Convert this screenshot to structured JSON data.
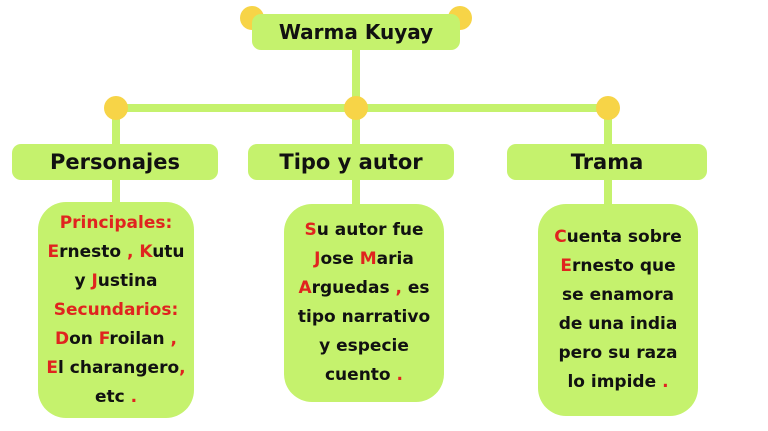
{
  "diagram": {
    "title": "Warma Kuyay",
    "colors": {
      "box_fill": "#c5f26d",
      "connector_line": "#c5f26d",
      "node_dot": "#f7d447",
      "accent_text": "#e0241f",
      "text": "#111111"
    },
    "branches": [
      {
        "heading": "Personajes",
        "lines": [
          [
            {
              "t": "Principales:",
              "r": true
            }
          ],
          [
            {
              "t": "E",
              "r": true
            },
            {
              "t": "rnesto "
            },
            {
              "t": ", ",
              "r": true
            },
            {
              "t": "K",
              "r": true
            },
            {
              "t": "utu"
            }
          ],
          [
            {
              "t": "y "
            },
            {
              "t": "J",
              "r": true
            },
            {
              "t": "ustina"
            }
          ],
          [
            {
              "t": "Secundarios:",
              "r": true
            }
          ],
          [
            {
              "t": "D",
              "r": true
            },
            {
              "t": "on "
            },
            {
              "t": "F",
              "r": true
            },
            {
              "t": "roilan "
            },
            {
              "t": ",",
              "r": true
            }
          ],
          [
            {
              "t": "E",
              "r": true
            },
            {
              "t": "l charangero"
            },
            {
              "t": ",",
              "r": true
            }
          ],
          [
            {
              "t": "etc "
            },
            {
              "t": ".",
              "r": true
            }
          ]
        ]
      },
      {
        "heading": "Tipo y autor",
        "lines": [
          [
            {
              "t": "S",
              "r": true
            },
            {
              "t": "u autor fue"
            }
          ],
          [
            {
              "t": "J",
              "r": true
            },
            {
              "t": "ose "
            },
            {
              "t": "M",
              "r": true
            },
            {
              "t": "aria"
            }
          ],
          [
            {
              "t": "A",
              "r": true
            },
            {
              "t": "rguedas "
            },
            {
              "t": ",",
              "r": true
            },
            {
              "t": " es"
            }
          ],
          [
            {
              "t": "tipo narrativo"
            }
          ],
          [
            {
              "t": "y especie"
            }
          ],
          [
            {
              "t": "cuento "
            },
            {
              "t": ".",
              "r": true
            }
          ]
        ]
      },
      {
        "heading": "Trama",
        "lines": [
          [
            {
              "t": "C",
              "r": true
            },
            {
              "t": "uenta sobre"
            }
          ],
          [
            {
              "t": "E",
              "r": true
            },
            {
              "t": "rnesto que"
            }
          ],
          [
            {
              "t": "se enamora"
            }
          ],
          [
            {
              "t": "de una india"
            }
          ],
          [
            {
              "t": "pero su raza"
            }
          ],
          [
            {
              "t": "lo impide "
            },
            {
              "t": ".",
              "r": true
            }
          ]
        ]
      }
    ]
  }
}
